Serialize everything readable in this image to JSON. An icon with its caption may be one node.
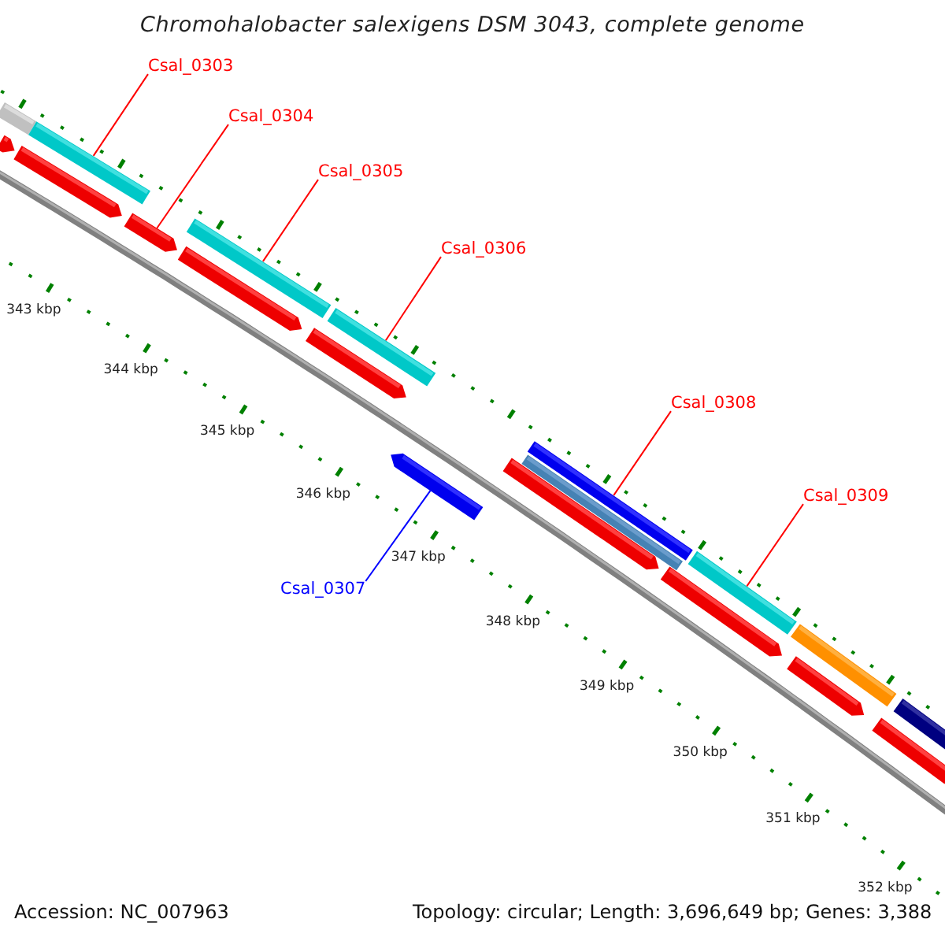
{
  "diagram": {
    "title": "Chromohalobacter salexigens DSM 3043, complete genome",
    "nodes": [
      {
        "text": [
          "Csal_0303"
        ]
      },
      {
        "text": [
          "Csal_0304"
        ]
      },
      {
        "text": [
          "Csal_0305"
        ]
      },
      {
        "text": [
          "Csal_0306"
        ]
      },
      {
        "text": [
          "Csal_0307"
        ]
      },
      {
        "text": [
          "Csal_0308"
        ]
      },
      {
        "text": [
          "Csal_0309"
        ]
      },
      {
        "text": [],
        "shape": "bar"
      },
      {
        "text": [],
        "shape": "bar"
      },
      {
        "text": [],
        "shape": "bar"
      },
      {
        "text": [],
        "shape": "bar"
      },
      {
        "text": [],
        "shape": "bar"
      },
      {
        "text": [],
        "shape": "bar"
      },
      {
        "text": [],
        "shape": "bar"
      }
    ],
    "edges": [
      {
        "from": 0,
        "to": 7,
        "arrow": "none"
      },
      {
        "from": 1,
        "to": 8,
        "arrow": "none"
      },
      {
        "from": 2,
        "to": 9,
        "arrow": "none"
      },
      {
        "from": 3,
        "to": 10,
        "arrow": "none"
      },
      {
        "from": 4,
        "to": 11,
        "arrow": "none",
        "color": "#0000ff"
      },
      {
        "from": 5,
        "to": 12,
        "arrow": "none"
      },
      {
        "from": 6,
        "to": 13,
        "arrow": "none"
      }
    ],
    "labels": [
      "343 kbp",
      "344 kbp",
      "345 kbp",
      "346 kbp",
      "347 kbp",
      "348 kbp",
      "349 kbp",
      "350 kbp",
      "351 kbp",
      "352 kbp",
      "Accession: NC_007963",
      "Topology: circular; Length: 3,696,649 bp; Genes: 3,388"
    ]
  }
}
